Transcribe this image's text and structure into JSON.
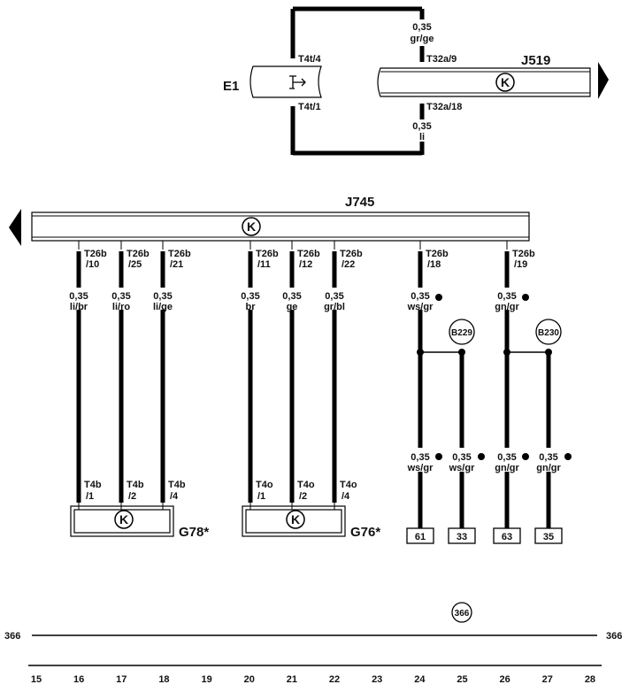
{
  "top": {
    "e1": {
      "label": "E1",
      "pin_top": "T4t/4",
      "pin_bottom": "T4t/1"
    },
    "j519": {
      "label": "J519",
      "pin_top": "T32a/9",
      "pin_bottom": "T32a/18",
      "symbol": "K"
    },
    "wire_top": {
      "size": "0,35",
      "color": "gr/ge"
    },
    "wire_bottom": {
      "size": "0,35",
      "color": "li"
    }
  },
  "j745": {
    "label": "J745",
    "symbol": "K"
  },
  "wires": [
    {
      "pin": "T26b",
      "pin_no": "/10",
      "size": "0,35",
      "color": "li/br",
      "end_pin": "T4b",
      "end_no": "/1"
    },
    {
      "pin": "T26b",
      "pin_no": "/25",
      "size": "0,35",
      "color": "li/ro",
      "end_pin": "T4b",
      "end_no": "/2"
    },
    {
      "pin": "T26b",
      "pin_no": "/21",
      "size": "0,35",
      "color": "li/ge",
      "end_pin": "T4b",
      "end_no": "/4"
    },
    {
      "pin": "T26b",
      "pin_no": "/11",
      "size": "0,35",
      "color": "br",
      "end_pin": "T4o",
      "end_no": "/1"
    },
    {
      "pin": "T26b",
      "pin_no": "/12",
      "size": "0,35",
      "color": "ge",
      "end_pin": "T4o",
      "end_no": "/2"
    },
    {
      "pin": "T26b",
      "pin_no": "/22",
      "size": "0,35",
      "color": "gr/bl",
      "end_pin": "T4o",
      "end_no": "/4"
    },
    {
      "pin": "T26b",
      "pin_no": "/18",
      "size": "0,35",
      "color": "ws/gr",
      "lower_size": "0,35",
      "lower_color": "ws/gr",
      "ref": "61",
      "splice": "B229",
      "branch_size": "0,35",
      "branch_color": "ws/gr",
      "branch_ref": "33"
    },
    {
      "pin": "T26b",
      "pin_no": "/19",
      "size": "0,35",
      "color": "gn/gr",
      "lower_size": "0,35",
      "lower_color": "gn/gr",
      "ref": "63",
      "splice": "B230",
      "branch_size": "0,35",
      "branch_color": "gn/gr",
      "branch_ref": "35"
    }
  ],
  "sensors": [
    {
      "label": "G78*",
      "symbol": "K"
    },
    {
      "label": "G76*",
      "symbol": "K"
    }
  ],
  "ground": {
    "left": "366",
    "right": "366",
    "circle": "366"
  },
  "grid_numbers": [
    "15",
    "16",
    "17",
    "18",
    "19",
    "20",
    "21",
    "22",
    "23",
    "24",
    "25",
    "26",
    "27",
    "28"
  ]
}
